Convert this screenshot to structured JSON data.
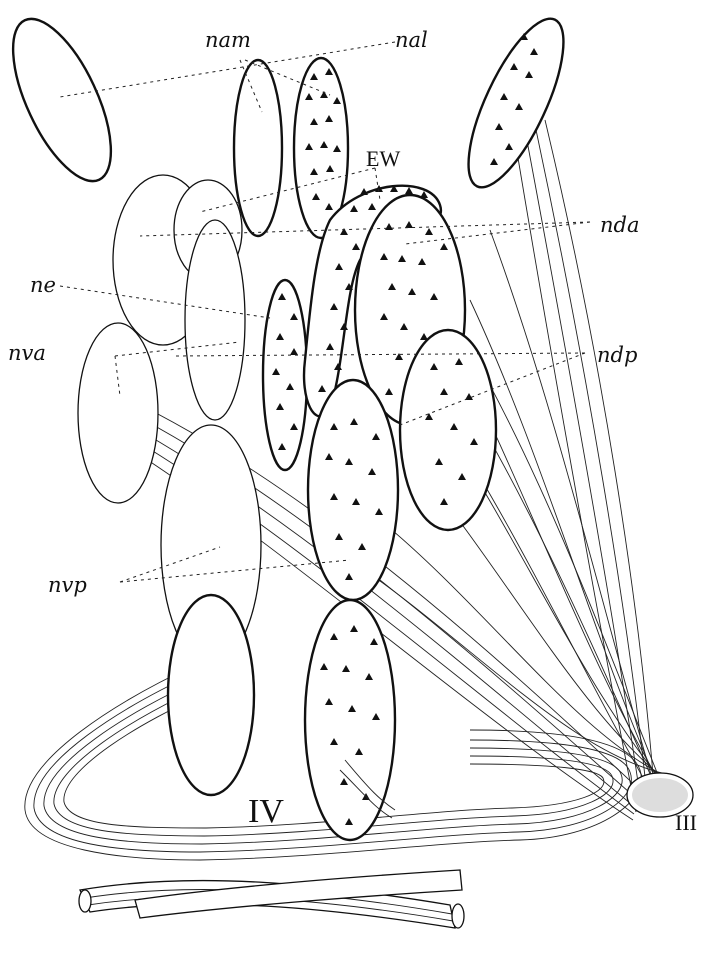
{
  "labels": {
    "nam": "nam",
    "nal": "nal",
    "ew": "EW",
    "nda": "nda",
    "ne": "ne",
    "nva": "nva",
    "ndp": "ndp",
    "nvp": "nvp",
    "nerve_iii": "III",
    "nerve_iv": "IV"
  },
  "colors": {
    "ink": "#111111",
    "paper": "#ffffff"
  }
}
